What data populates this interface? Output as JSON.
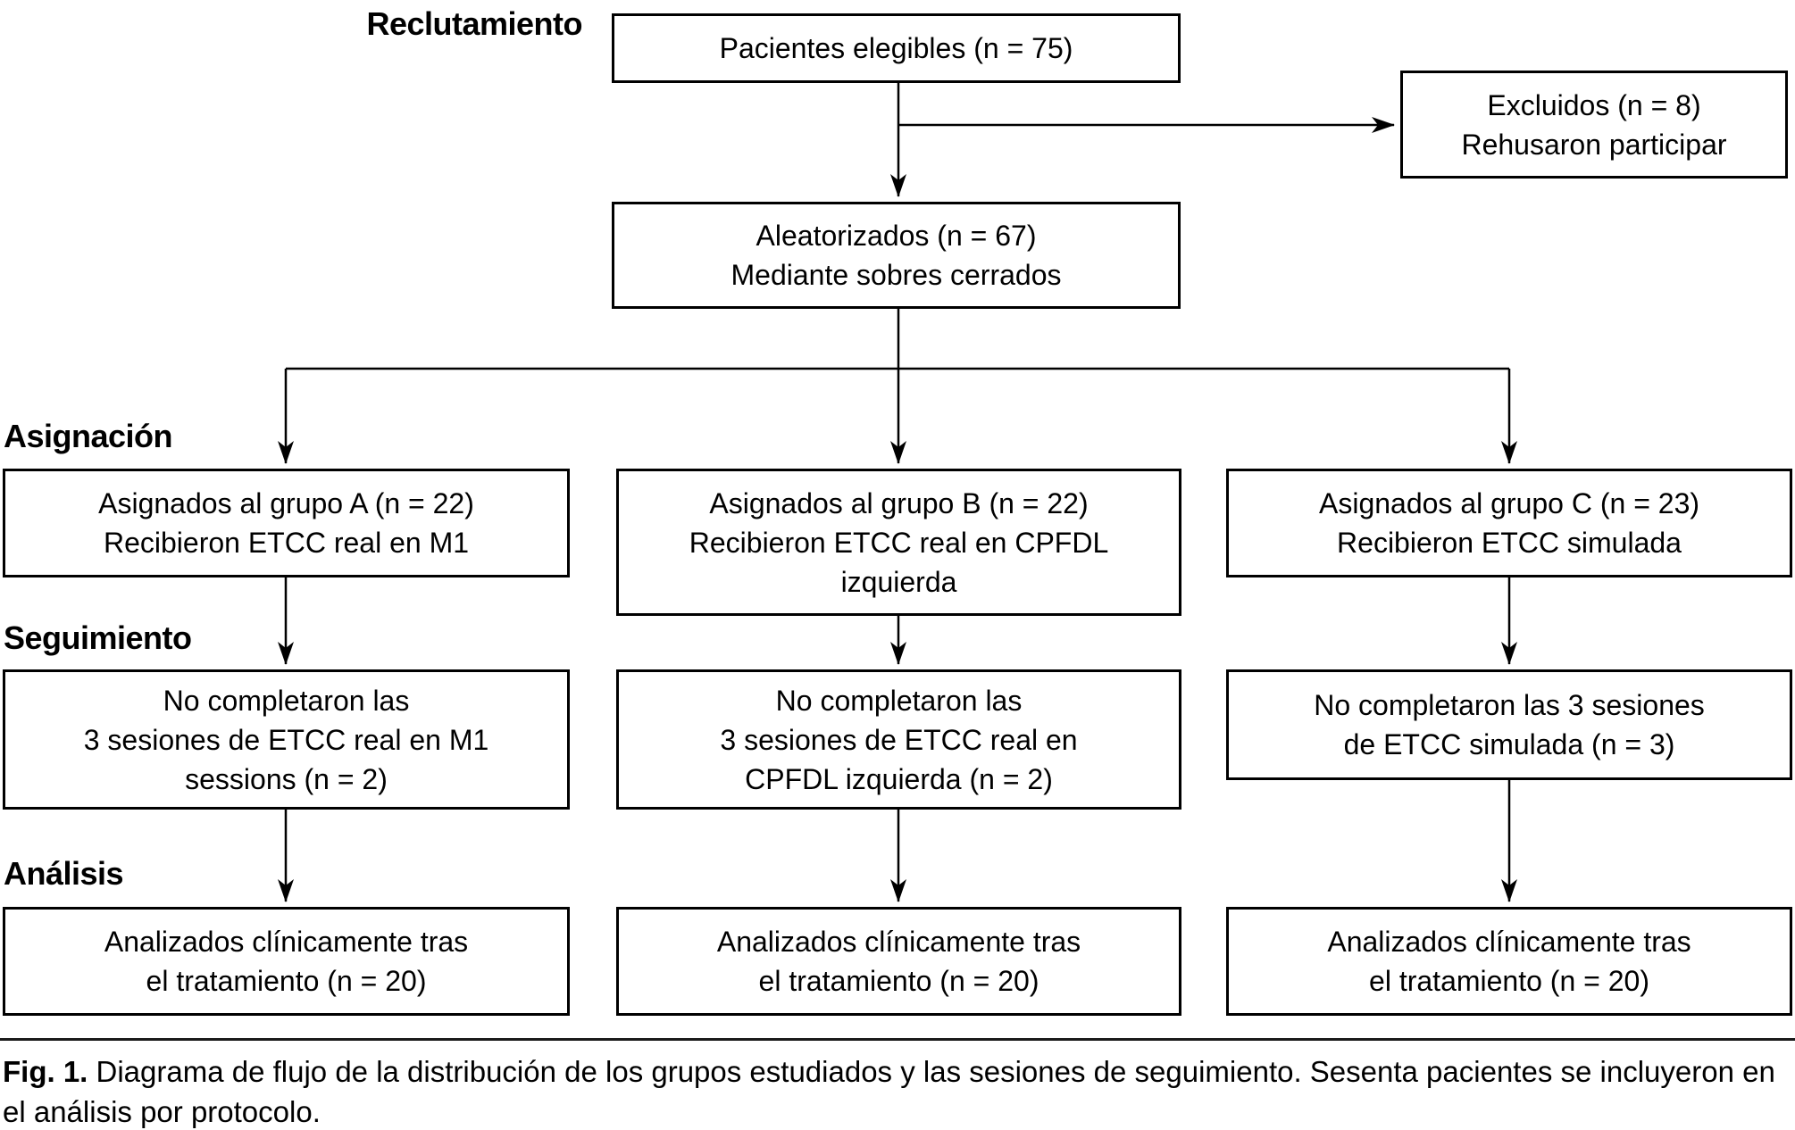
{
  "figure": {
    "stages": {
      "recruitment": "Reclutamiento",
      "allocation": "Asignación",
      "followup": "Seguimiento",
      "analysis": "Análisis"
    },
    "boxes": {
      "eligible": {
        "line1": "Pacientes elegibles (n = 75)"
      },
      "excluded": {
        "line1": "Excluidos (n = 8)",
        "line2": "Rehusaron participar"
      },
      "randomized": {
        "line1": "Aleatorizados (n = 67)",
        "line2": "Mediante sobres cerrados"
      },
      "group_a": {
        "line1": "Asignados al grupo A (n = 22)",
        "line2": "Recibieron ETCC real en M1"
      },
      "group_b": {
        "line1": "Asignados al grupo B (n = 22)",
        "line2": "Recibieron ETCC real en CPFDL",
        "line3": "izquierda"
      },
      "group_c": {
        "line1": "Asignados al grupo C (n = 23)",
        "line2": "Recibieron ETCC simulada"
      },
      "followup_a": {
        "line1": "No completaron las",
        "line2": "3 sesiones de ETCC real en M1",
        "line3": "sessions (n = 2)"
      },
      "followup_b": {
        "line1": "No completaron las",
        "line2": "3 sesiones de ETCC real en",
        "line3": "CPFDL izquierda (n = 2)"
      },
      "followup_c": {
        "line1": "No completaron las 3 sesiones",
        "line2": "de ETCC simulada (n = 3)"
      },
      "analysis_a": {
        "line1": "Analizados clínicamente tras",
        "line2": "el tratamiento (n = 20)"
      },
      "analysis_b": {
        "line1": "Analizados clínicamente tras",
        "line2": "el tratamiento (n = 20)"
      },
      "analysis_c": {
        "line1": "Analizados clínicamente tras",
        "line2": "el tratamiento (n = 20)"
      }
    },
    "caption": {
      "label": "Fig. 1.",
      "text": " Diagrama de flujo de la distribución de los grupos estudiados y las sesiones de seguimiento. Sesenta pacientes se incluyeron en el análisis por protocolo."
    },
    "colors": {
      "line": "#000000",
      "text": "#000000",
      "background": "#ffffff"
    }
  }
}
